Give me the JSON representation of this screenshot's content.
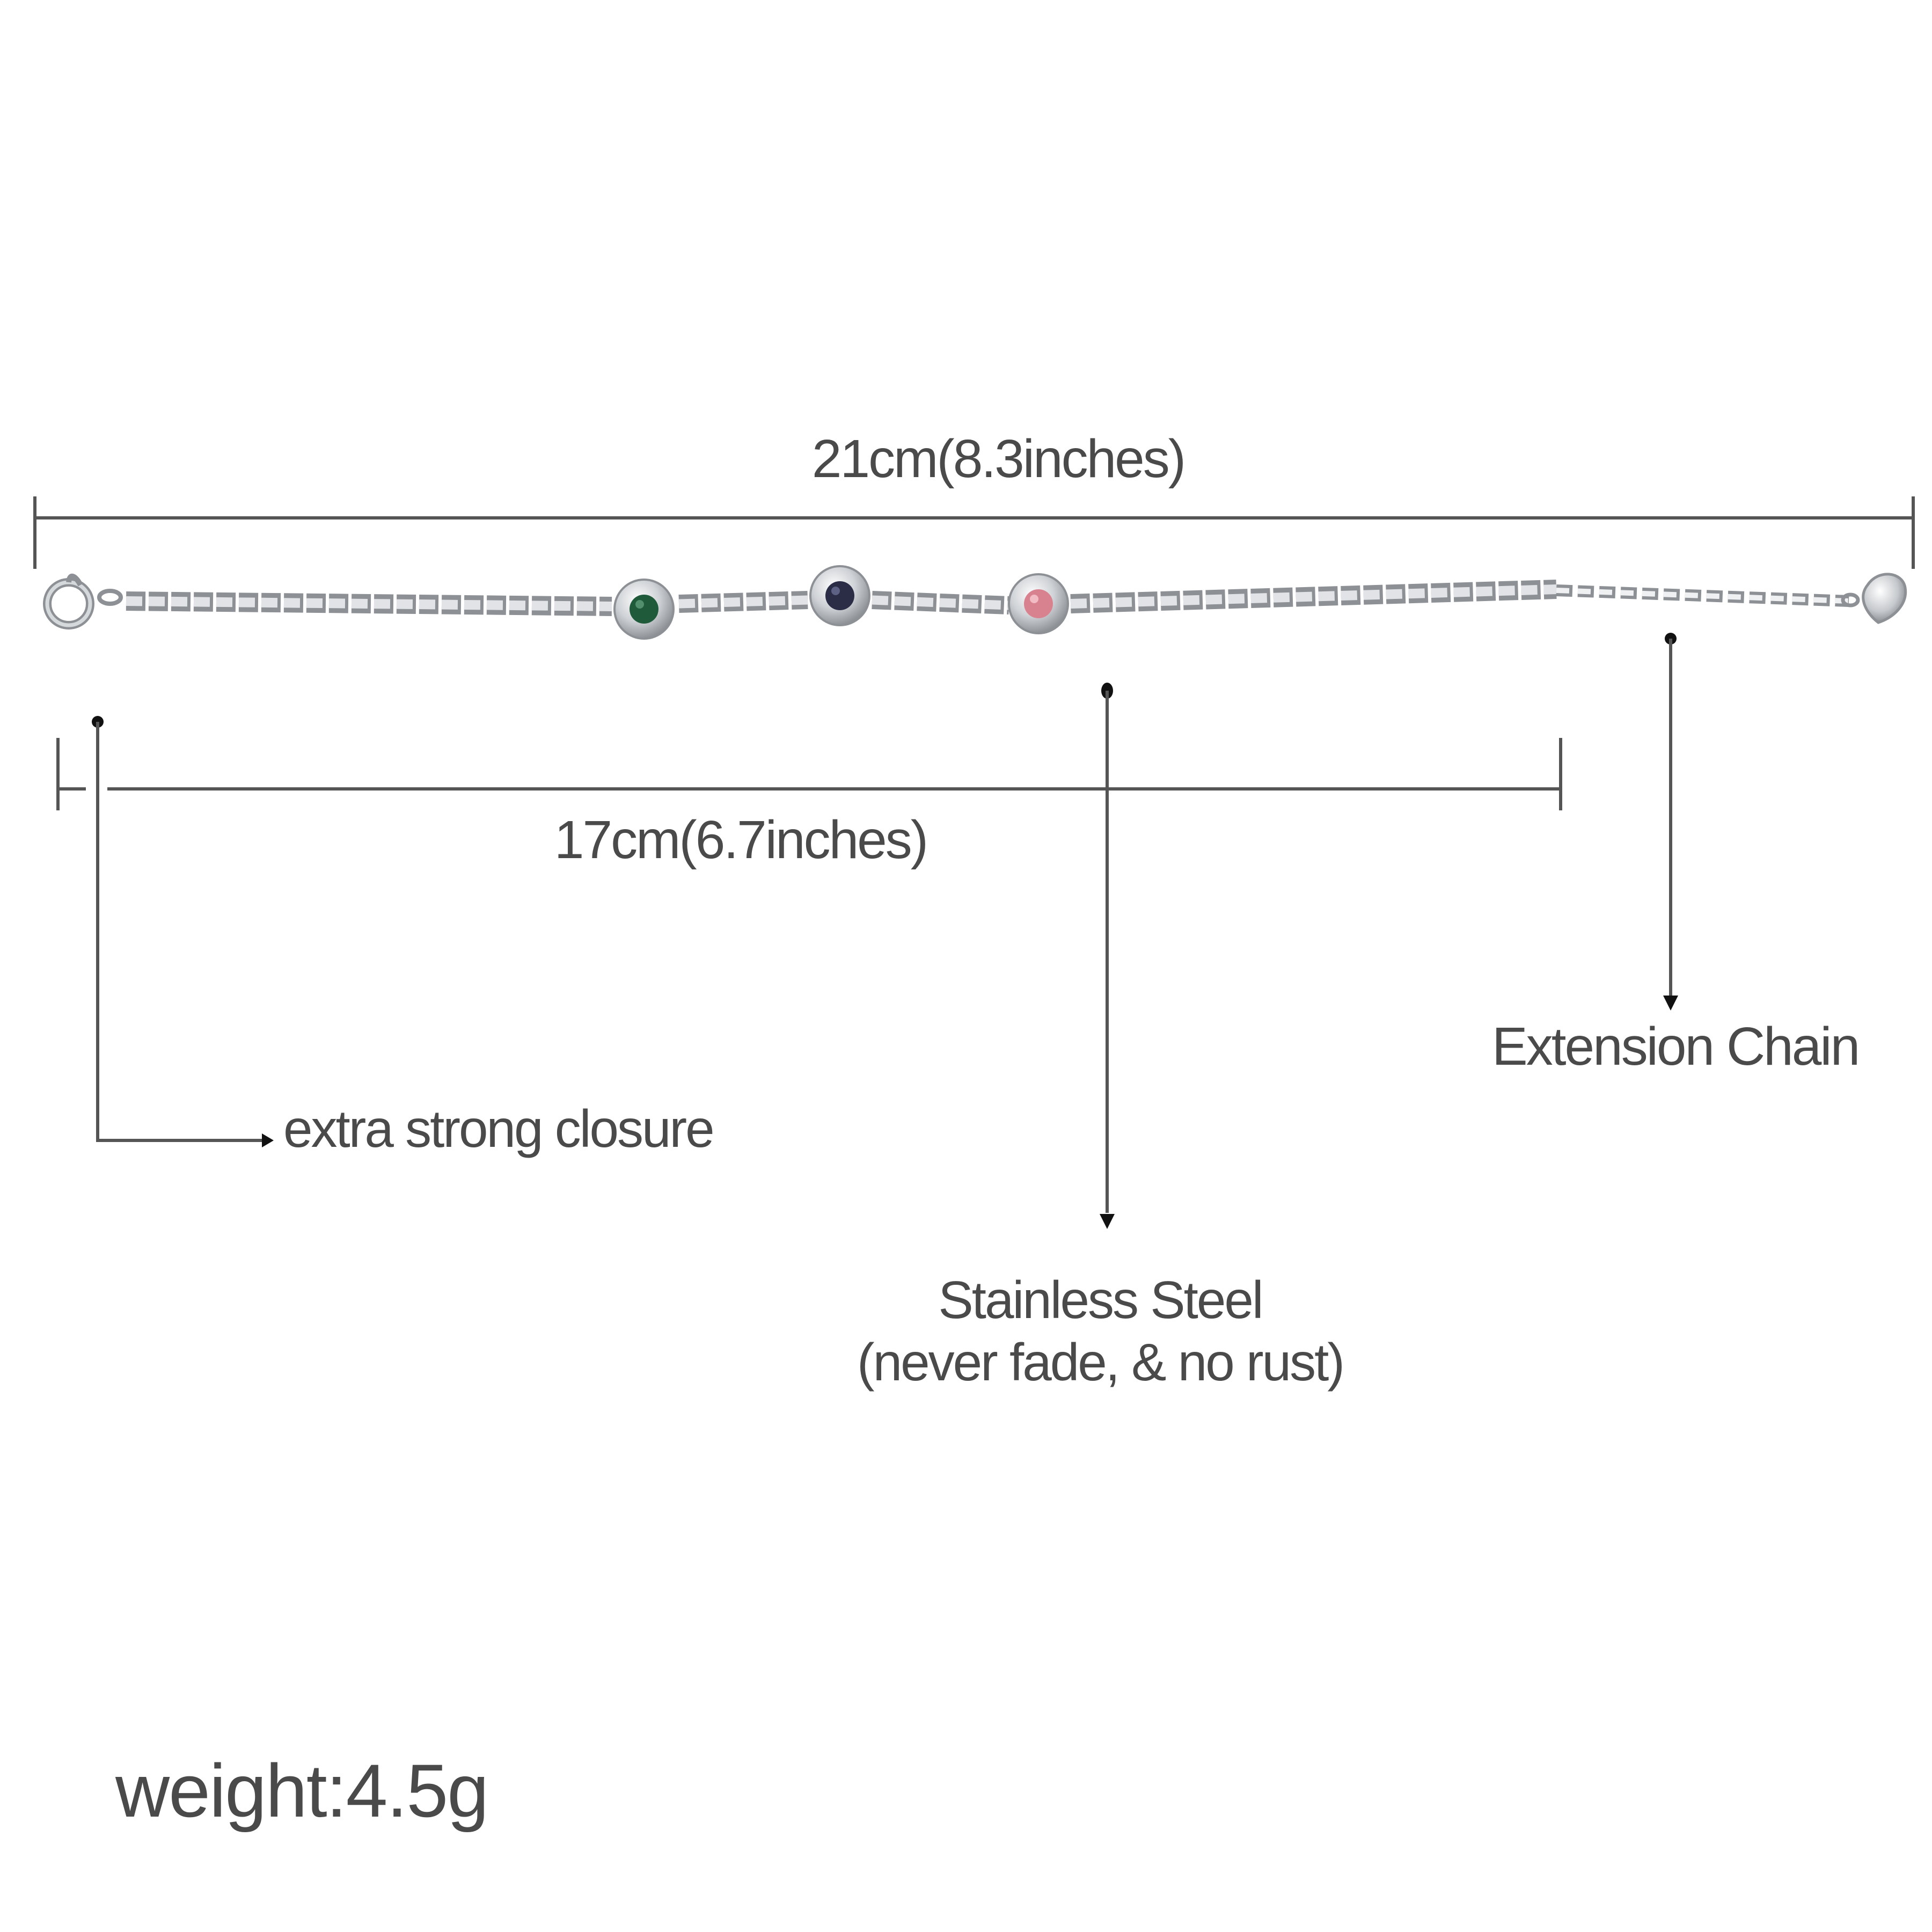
{
  "dimensions": {
    "total_length": "21cm(8.3inches)",
    "main_length": "17cm(6.7inches)"
  },
  "callouts": {
    "closure": "extra strong closure",
    "material_line1": "Stainless Steel",
    "material_line2": "(never fade, & no rust)",
    "extension": "Extension Chain"
  },
  "weight": "weight:4.5g",
  "gems": [
    {
      "name": "green-gem",
      "color": "#1f5a3a"
    },
    {
      "name": "dark-gem",
      "color": "#2a2d45"
    },
    {
      "name": "pink-gem",
      "color": "#d9828f"
    }
  ],
  "colors": {
    "text": "#4a4a4a",
    "lines": "#555555",
    "metal": "#c9ccd0",
    "metal_dark": "#8d9196"
  }
}
